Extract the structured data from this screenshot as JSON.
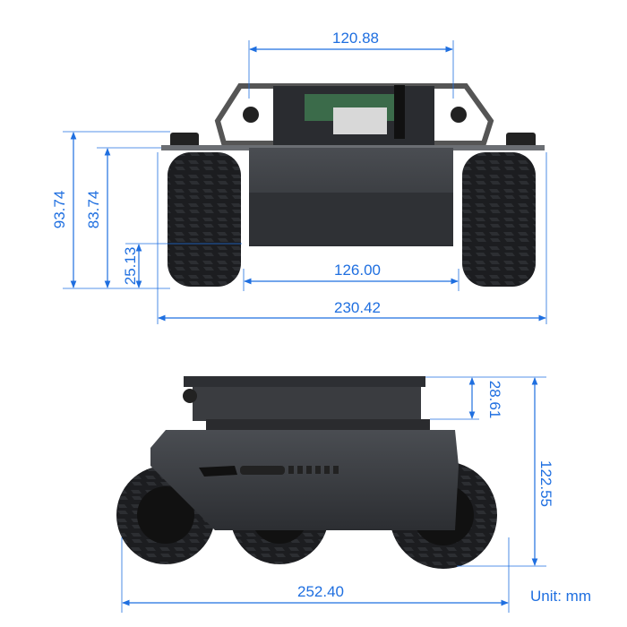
{
  "front_view": {
    "dimensions": {
      "top_width": "120.88",
      "total_height": "93.74",
      "body_height": "83.74",
      "ground_clearance": "25.13",
      "inner_wheel_gap": "126.00",
      "total_width": "230.42"
    }
  },
  "side_view": {
    "dimensions": {
      "top_plate_height": "28.61",
      "total_height": "122.55",
      "total_length": "252.40"
    }
  },
  "unit_label": "Unit: mm",
  "colors": {
    "dimension": "#1f6fe0",
    "body": "#3a3d42",
    "wheel": "#1c1d20"
  }
}
